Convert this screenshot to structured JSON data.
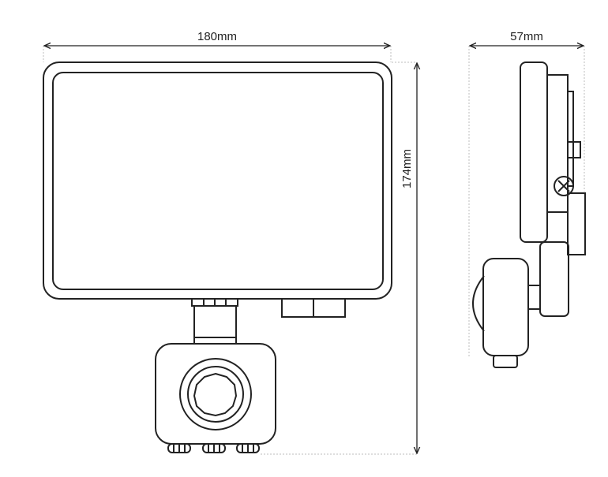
{
  "dimensions": {
    "width_label": "180mm",
    "height_label": "174mm",
    "depth_label": "57mm"
  },
  "colors": {
    "line": "#222222",
    "guide": "#bdbdbd",
    "background": "#ffffff"
  }
}
